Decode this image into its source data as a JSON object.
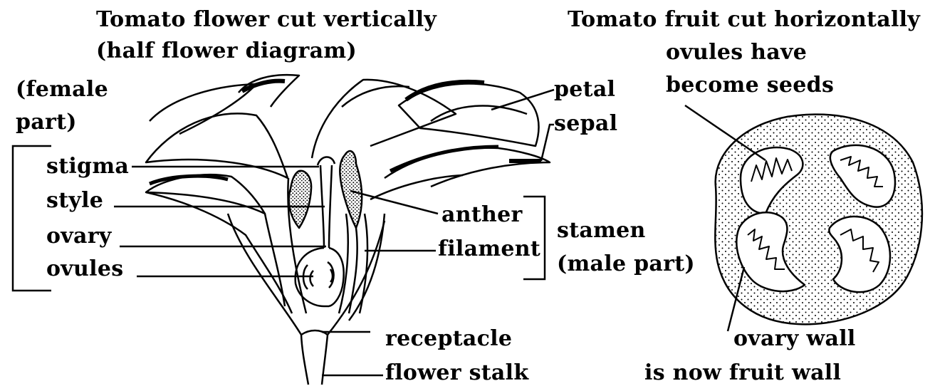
{
  "flower": {
    "title_line1": "Tomato flower cut vertically",
    "title_line2": "(half flower diagram)",
    "female_line1": "(female",
    "female_line2": "part)",
    "labels": {
      "stigma": "stigma",
      "style": "style",
      "ovary": "ovary",
      "ovules": "ovules",
      "petal": "petal",
      "sepal": "sepal",
      "anther": "anther",
      "filament": "filament",
      "stamen_line1": "stamen",
      "stamen_line2": "(male part)",
      "receptacle": "receptacle",
      "flower_stalk": "flower stalk"
    }
  },
  "fruit": {
    "title": "Tomato fruit cut horizontally",
    "seeds_line1": "ovules have",
    "seeds_line2": "become seeds",
    "wall_line1": "ovary wall",
    "wall_line2": "is now  fruit wall"
  }
}
